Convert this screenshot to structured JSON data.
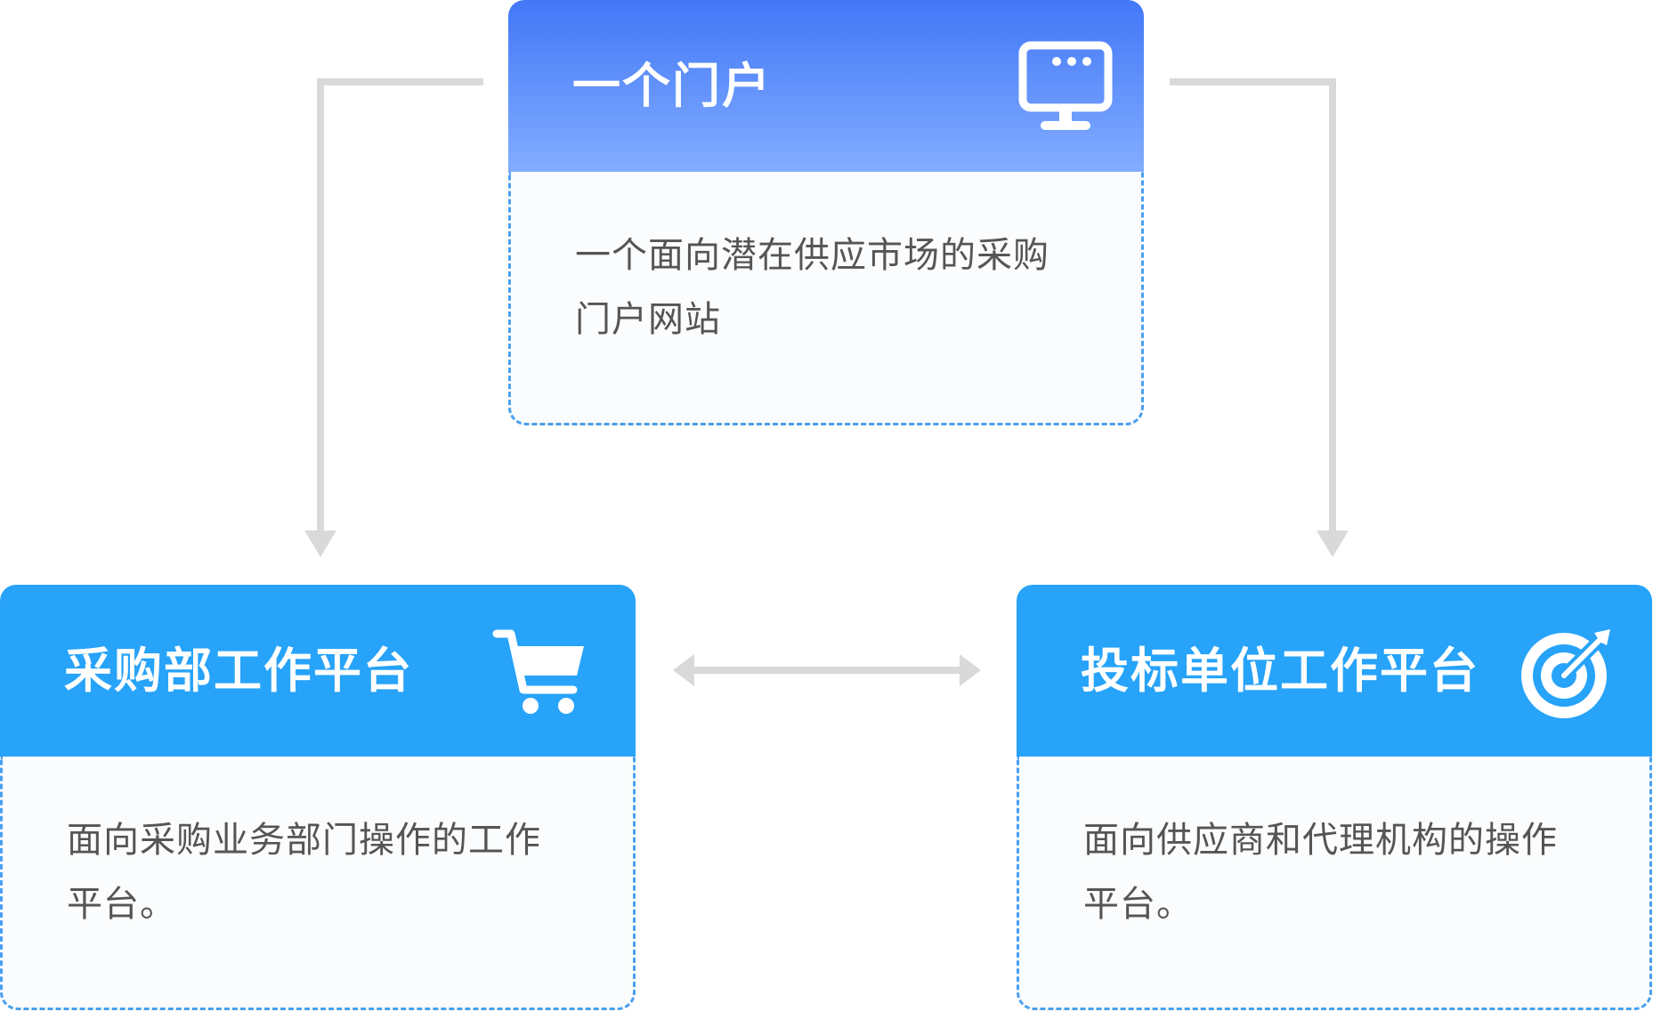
{
  "diagram": {
    "colors": {
      "portal_header_top": "#4277f7",
      "portal_header_bottom": "#82adff",
      "platform_header": "#27a3f9",
      "dashed_border": "#4a9ff0",
      "connector": "#d9d9d9",
      "body_text": "#555555"
    },
    "nodes": {
      "portal": {
        "title": "一个门户",
        "description_line1": "一个面向潜在供应市场的采购",
        "description_line2": "门户网站",
        "icon": "monitor-icon"
      },
      "purchase_platform": {
        "title": "采购部工作平台",
        "description_line1": "面向采购业务部门操作的工作",
        "description_line2": "平台。",
        "icon": "shopping-cart-icon"
      },
      "bidder_platform": {
        "title": "投标单位工作平台",
        "description_line1": "面向供应商和代理机构的操作",
        "description_line2": "平台。",
        "icon": "target-icon"
      }
    },
    "edges": [
      {
        "from": "portal",
        "to": "purchase_platform",
        "direction": "one-way"
      },
      {
        "from": "portal",
        "to": "bidder_platform",
        "direction": "one-way"
      },
      {
        "from": "purchase_platform",
        "to": "bidder_platform",
        "direction": "two-way"
      }
    ]
  }
}
